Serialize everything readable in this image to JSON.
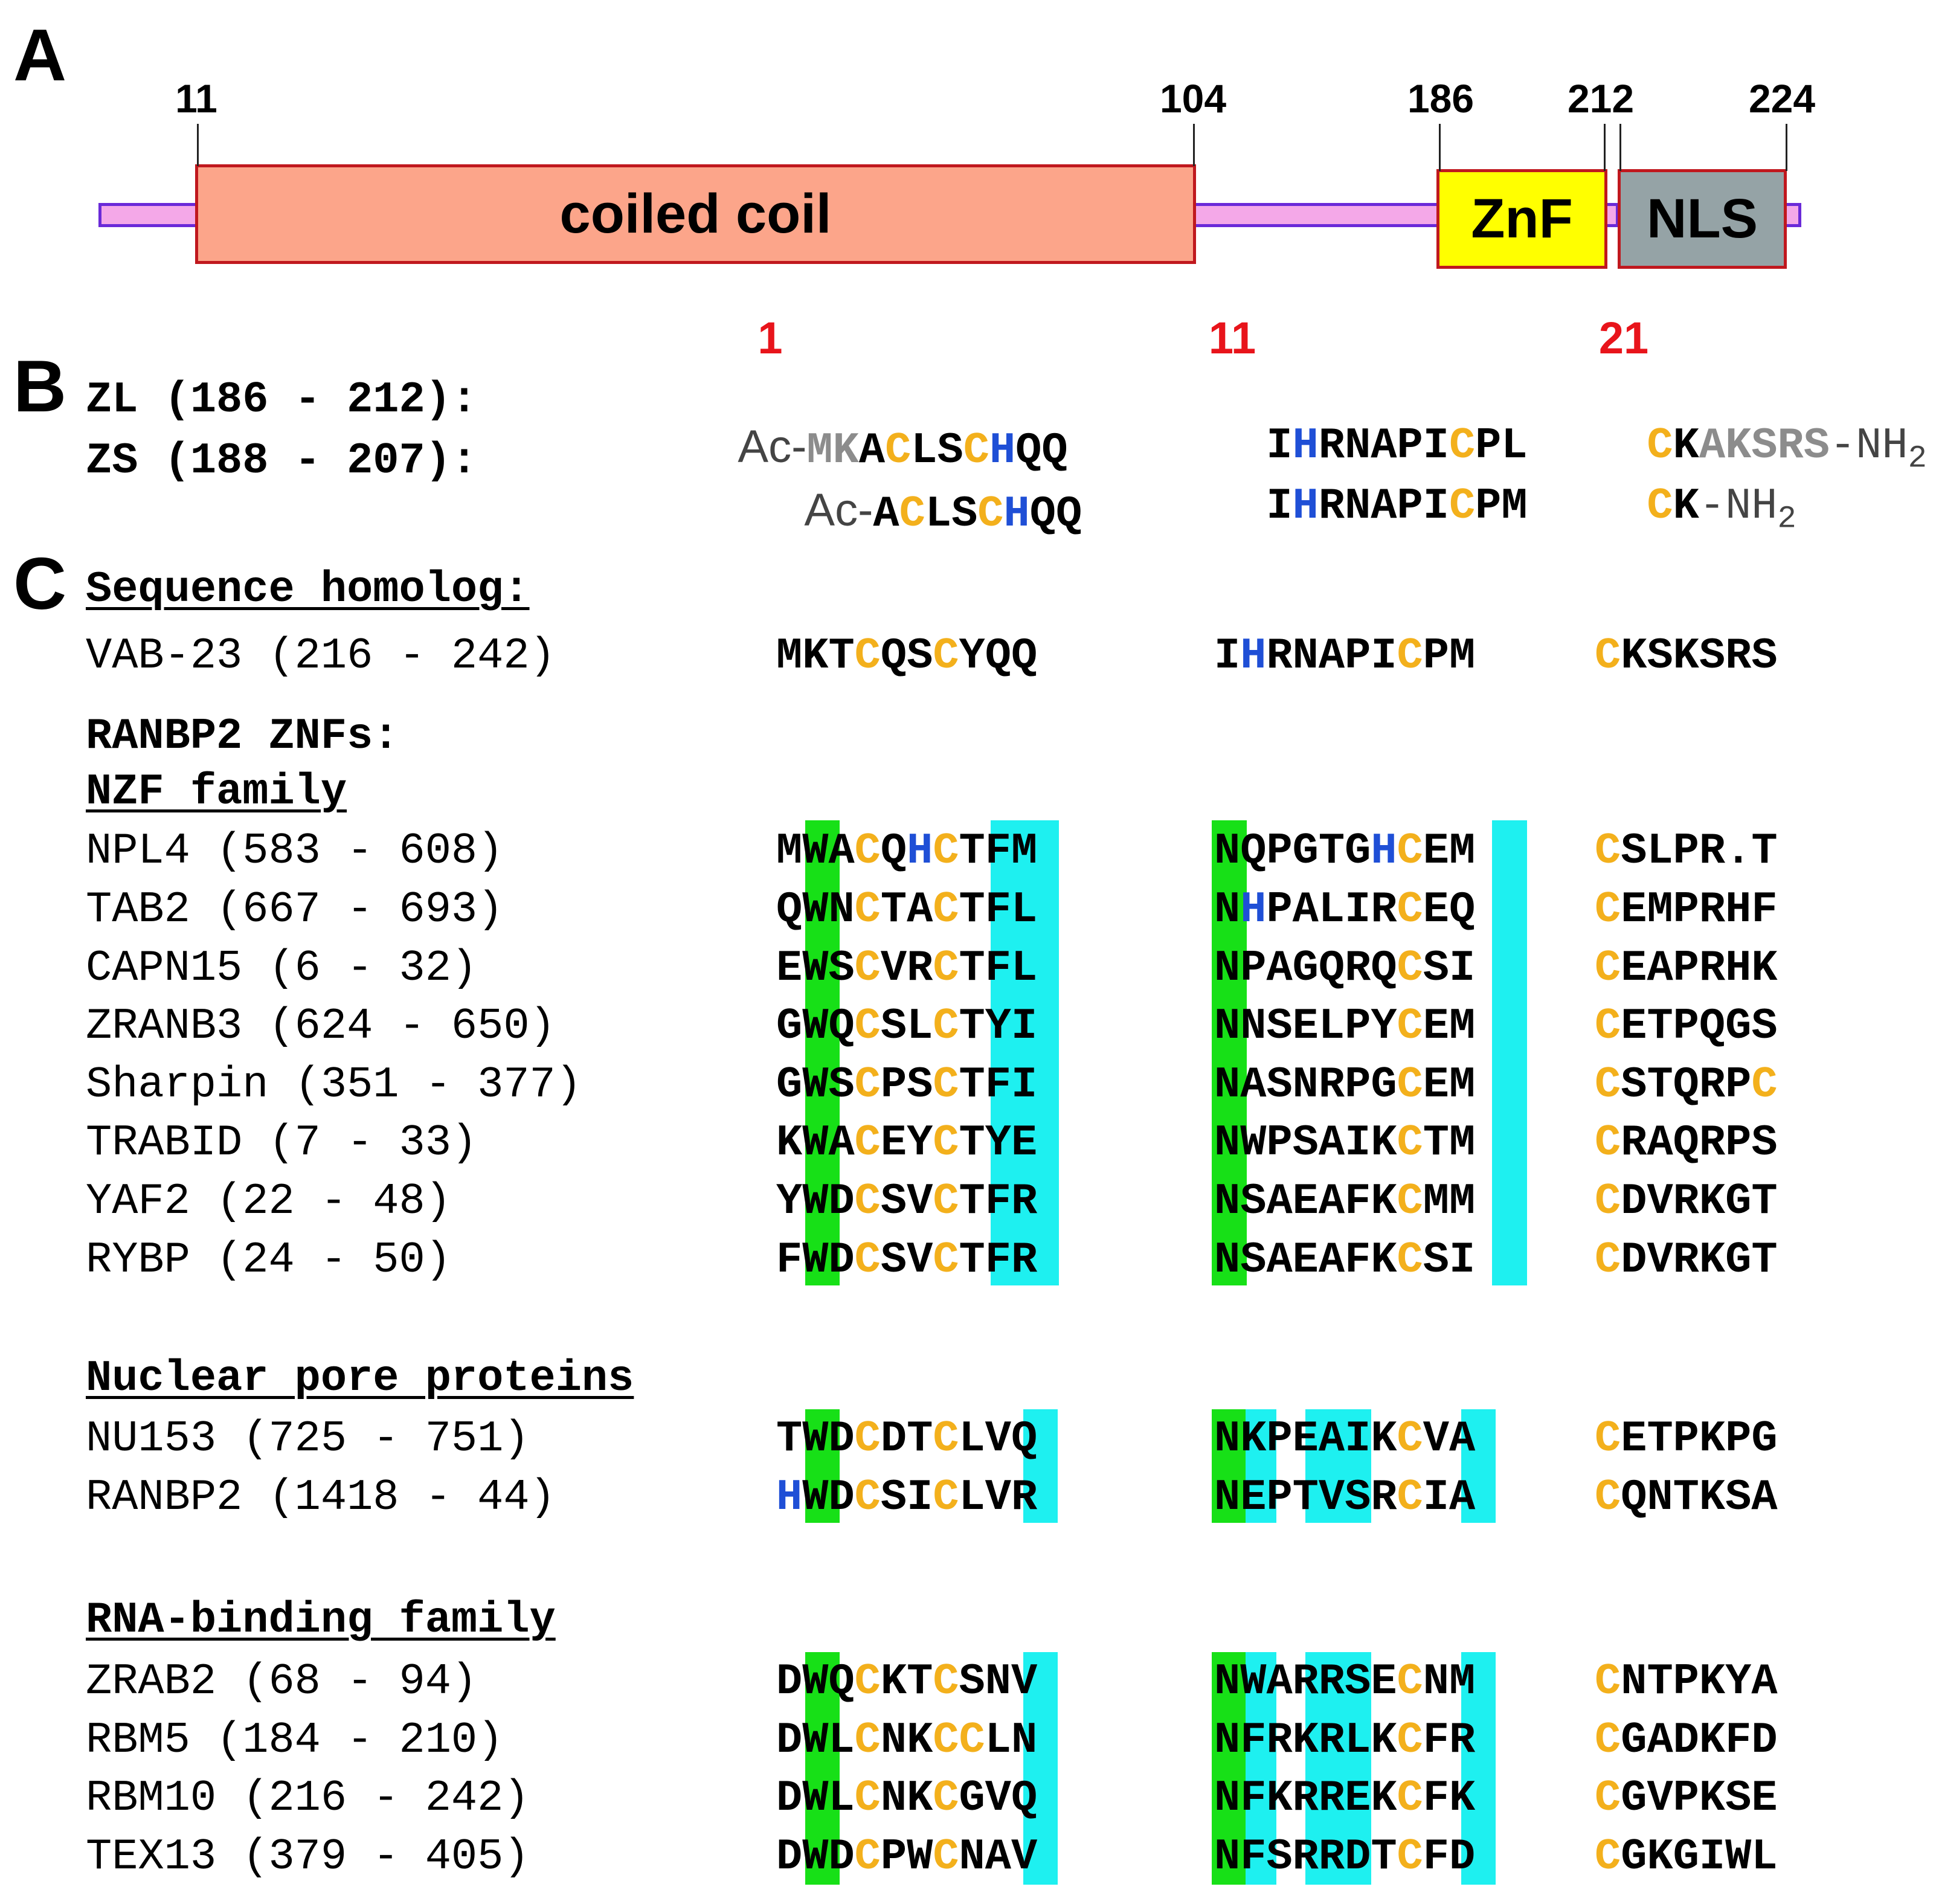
{
  "panels": {
    "a": "A",
    "b": "B",
    "c": "C"
  },
  "colors": {
    "cys": "#f3b01c",
    "his": "#1f4fd6",
    "gray": "#8c8c8c",
    "green": "#17e017",
    "cyan": "#1ef0f0",
    "coil": "#fca58a",
    "znf": "#ffff00",
    "nls": "#95a3a6",
    "linker": "#f4a8e8",
    "residue_number": "#e8141b"
  },
  "panel_a": {
    "positions": [
      "11",
      "104",
      "186",
      "212",
      "224"
    ],
    "domains": {
      "coil": "coiled coil",
      "znf": "ZnF",
      "nls": "NLS"
    }
  },
  "panel_b": {
    "residue_numbers": [
      "1",
      "11",
      "21"
    ],
    "rows": [
      {
        "label": "ZL (186 - 212):",
        "prefix": "Ac-",
        "seg1": "MKACLSCHQQ",
        "seg2": "IHRNAPICPL",
        "seg3": "CKAKSRS",
        "suffix": "-NH",
        "sub": "2"
      },
      {
        "label": "ZS (188 - 207):",
        "prefix": "Ac-",
        "seg1": "ACLSCHQQ",
        "seg2": "IHRNAPICPM",
        "seg3": "CK",
        "suffix": "-NH",
        "sub": "2"
      }
    ]
  },
  "panel_c": {
    "headers": {
      "homolog": "Sequence homolog:",
      "ranbp2": "RANBP2 ZNFs:",
      "nzf": "NZF family",
      "npc": "Nuclear pore proteins",
      "rna": "RNA-binding family"
    },
    "rows": [
      {
        "label": "VAB-23 (216 - 242)",
        "seg1": "MKTCQSCYQQ",
        "seg2": "IHRNAPICPM",
        "seg3": "CKSKSRS"
      },
      {
        "label": "NPL4 (583 - 608)",
        "seg1": "MWACQHCTFM",
        "seg2": "NQPGTGHCEM",
        "seg3": "CSLPR.T"
      },
      {
        "label": "TAB2 (667 - 693)",
        "seg1": "QWNCTACTFL",
        "seg2": "NHPALIRCEQ",
        "seg3": "CEMPRHF"
      },
      {
        "label": "CAPN15 (6 - 32)",
        "seg1": "EWSCVRCTFL",
        "seg2": "NPAGQRQCSI",
        "seg3": "CEAPRHK"
      },
      {
        "label": "ZRANB3 (624 - 650)",
        "seg1": "GWQCSLCTYI",
        "seg2": "NNSELPYCEM",
        "seg3": "CETPQGS"
      },
      {
        "label": "Sharpin (351 - 377)",
        "seg1": "GWSCPSCTFI",
        "seg2": "NASNRPGCEM",
        "seg3": "CSTQRPC"
      },
      {
        "label": "TRABID (7 - 33)",
        "seg1": "KWACEYCTYE",
        "seg2": "NWPSAIKCTM",
        "seg3": "CRAQRPS"
      },
      {
        "label": "YAF2 (22 - 48)",
        "seg1": "YWDCSVCTFR",
        "seg2": "NSAEAFKCMM",
        "seg3": "CDVRKGT"
      },
      {
        "label": "RYBP (24 - 50)",
        "seg1": "FWDCSVCTFR",
        "seg2": "NSAEAFKCSI",
        "seg3": "CDVRKGT"
      },
      {
        "label": "NU153 (725 - 751)",
        "seg1": "TWDCDTCLVQ",
        "seg2": "NKPEAIKCVA",
        "seg3": "CETPKPG"
      },
      {
        "label": "RANBP2 (1418 - 44)",
        "seg1": "HWDCSICLVR",
        "seg2": "NEPTVSRCIA",
        "seg3": "CQNTKSA"
      },
      {
        "label": "ZRAB2 (68 - 94)",
        "seg1": "DWQCKTCSNV",
        "seg2": "NWARRSECNM",
        "seg3": "CNTPKYA"
      },
      {
        "label": "RBM5 (184 - 210)",
        "seg1": "DWLCNKCCLN",
        "seg2": "NFRKRLKCFR",
        "seg3": "CGADKFD"
      },
      {
        "label": "RBM10 (216 - 242)",
        "seg1": "DWLCNKCGVQ",
        "seg2": "NFKRREKCFK",
        "seg3": "CGVPKSE"
      },
      {
        "label": "TEX13 (379 - 405)",
        "seg1": "DWDCPWCNAV",
        "seg2": "NFSRRDTCFD",
        "seg3": "CGKGIWL"
      }
    ]
  }
}
